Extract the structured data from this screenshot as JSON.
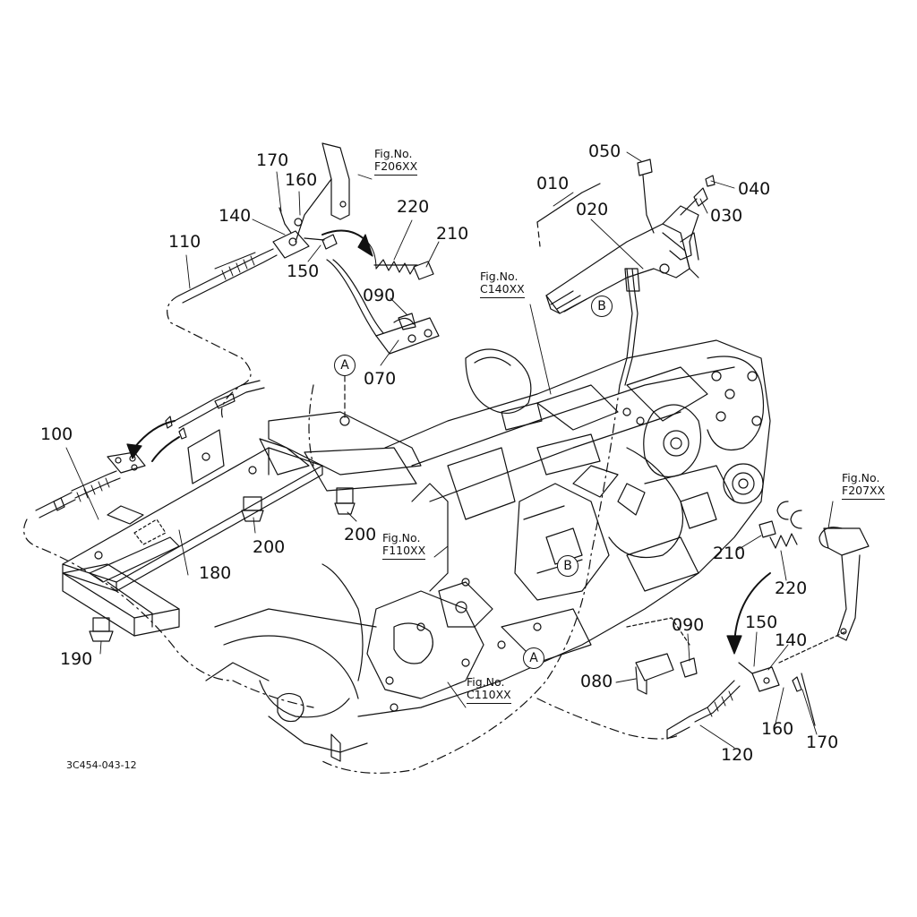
{
  "parts": [
    {
      "id": "p170a",
      "text": "170"
    },
    {
      "id": "p160a",
      "text": "160"
    },
    {
      "id": "p140a",
      "text": "140"
    },
    {
      "id": "p110",
      "text": "110"
    },
    {
      "id": "p150a",
      "text": "150"
    },
    {
      "id": "p220a",
      "text": "220"
    },
    {
      "id": "p210a",
      "text": "210"
    },
    {
      "id": "p090a",
      "text": "090"
    },
    {
      "id": "p070",
      "text": "070"
    },
    {
      "id": "p050",
      "text": "050"
    },
    {
      "id": "p010",
      "text": "010"
    },
    {
      "id": "p020",
      "text": "020"
    },
    {
      "id": "p040",
      "text": "040"
    },
    {
      "id": "p030",
      "text": "030"
    },
    {
      "id": "p100",
      "text": "100"
    },
    {
      "id": "p180",
      "text": "180"
    },
    {
      "id": "p200a",
      "text": "200"
    },
    {
      "id": "p200b",
      "text": "200"
    },
    {
      "id": "p190",
      "text": "190"
    },
    {
      "id": "p210b",
      "text": "210"
    },
    {
      "id": "p220b",
      "text": "220"
    },
    {
      "id": "p090b",
      "text": "090"
    },
    {
      "id": "p150b",
      "text": "150"
    },
    {
      "id": "p140b",
      "text": "140"
    },
    {
      "id": "p080",
      "text": "080"
    },
    {
      "id": "p160b",
      "text": "160"
    },
    {
      "id": "p170b",
      "text": "170"
    },
    {
      "id": "p120",
      "text": "120"
    }
  ],
  "figure_refs": [
    {
      "id": "f206",
      "label": "Fig.No.",
      "ref": "F206XX"
    },
    {
      "id": "c140",
      "label": "Fig.No.",
      "ref": "C140XX"
    },
    {
      "id": "f207",
      "label": "Fig.No.",
      "ref": "F207XX"
    },
    {
      "id": "f110",
      "label": "Fig.No.",
      "ref": "F110XX"
    },
    {
      "id": "c110",
      "label": "Fig.No.",
      "ref": "C110XX"
    }
  ],
  "markers": [
    {
      "id": "a_top",
      "text": "A"
    },
    {
      "id": "a_bottom",
      "text": "A"
    },
    {
      "id": "b_top",
      "text": "B"
    },
    {
      "id": "b_bottom",
      "text": "B"
    }
  ],
  "diagram_code": "3C454-043-12"
}
